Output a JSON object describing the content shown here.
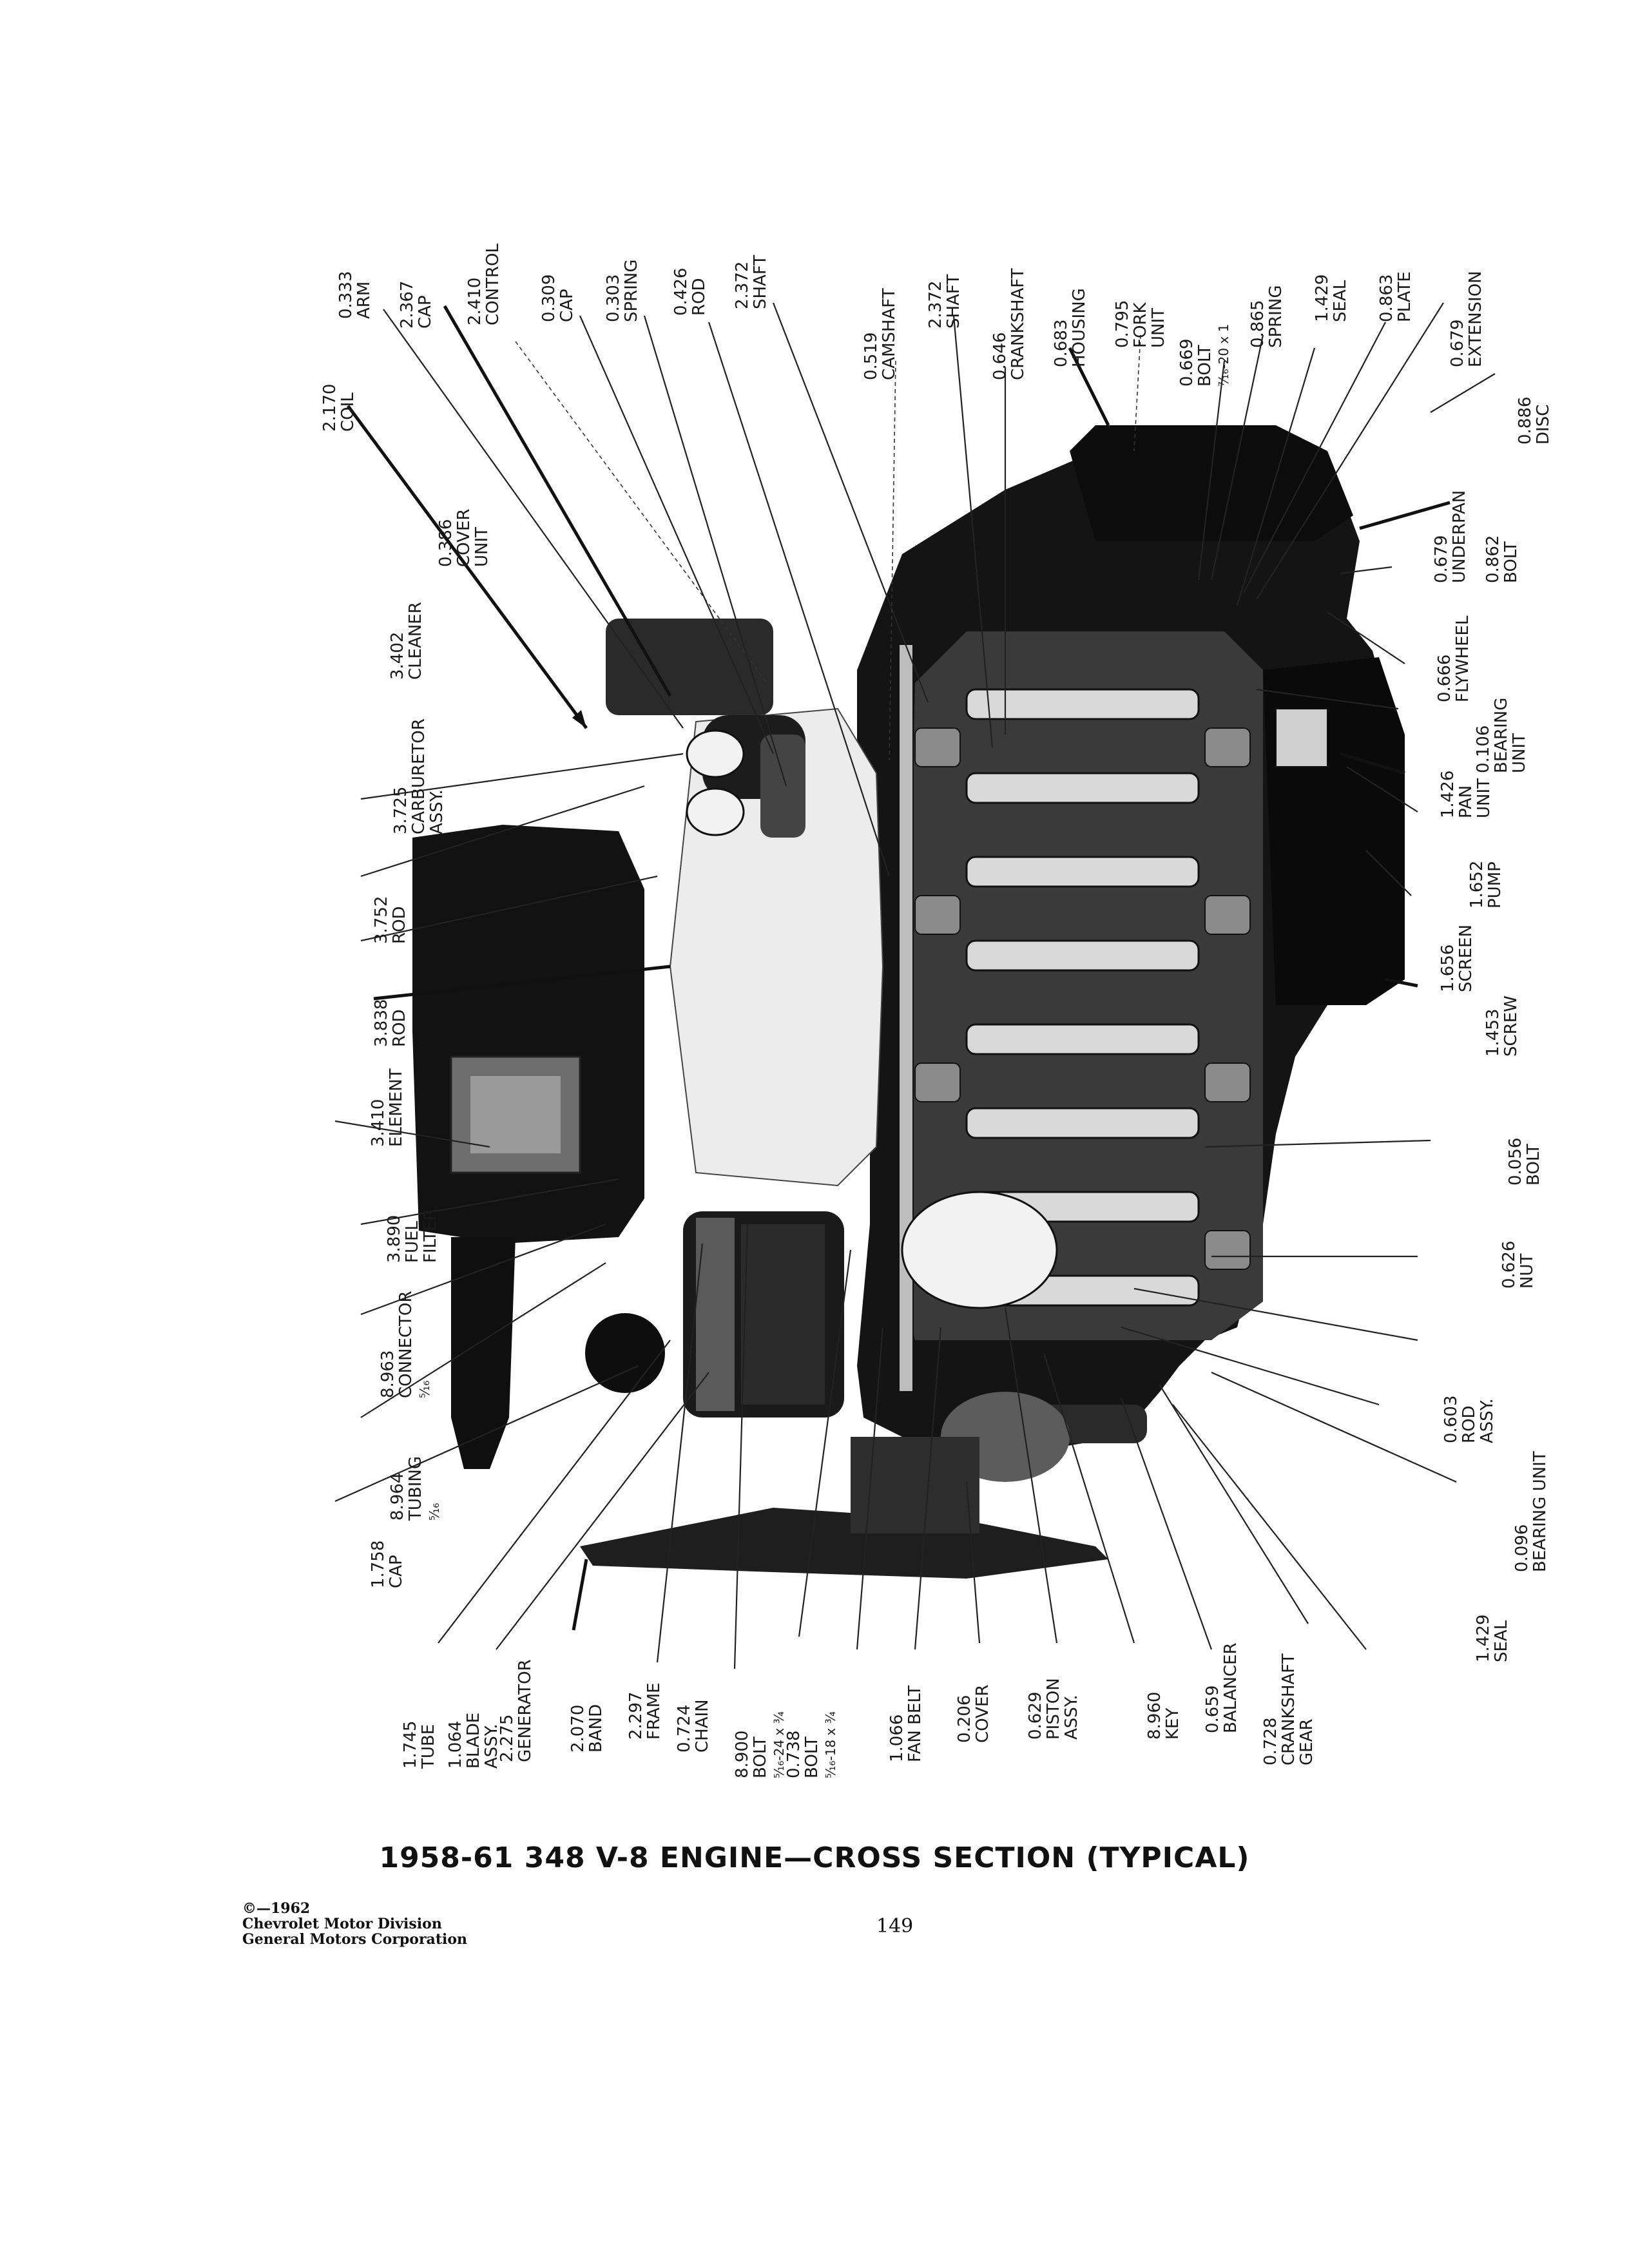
{
  "title": "1958-61 348 V-8 ENGINE—CROSS SECTION (TYPICAL)",
  "copyright": [
    "©—1962",
    "Chevrolet Motor Division",
    "General Motors Corporation"
  ],
  "page_number": "149",
  "illustration": {
    "rotation": "90-degrees",
    "subject": "engine cross-section"
  },
  "parts": [
    {
      "id": "coil",
      "num": "2.170",
      "name": [
        "COIL"
      ]
    },
    {
      "id": "arm",
      "num": "0.333",
      "name": [
        "ARM"
      ]
    },
    {
      "id": "cap-2367",
      "num": "2.367",
      "name": [
        "CAP"
      ]
    },
    {
      "id": "control",
      "num": "2.410",
      "name": [
        "CONTROL"
      ]
    },
    {
      "id": "cap-0309",
      "num": "0.309",
      "name": [
        "CAP"
      ]
    },
    {
      "id": "spring-0303",
      "num": "0.303",
      "name": [
        "SPRING"
      ]
    },
    {
      "id": "rod-0426",
      "num": "0.426",
      "name": [
        "ROD"
      ]
    },
    {
      "id": "shaft-2372a",
      "num": "2.372",
      "name": [
        "SHAFT"
      ]
    },
    {
      "id": "camshaft",
      "num": "0.519",
      "name": [
        "CAMSHAFT"
      ]
    },
    {
      "id": "shaft-2372b",
      "num": "2.372",
      "name": [
        "SHAFT"
      ]
    },
    {
      "id": "crankshaft",
      "num": "0.646",
      "name": [
        "CRANKSHAFT"
      ]
    },
    {
      "id": "housing",
      "num": "0.683",
      "name": [
        "HOUSING"
      ]
    },
    {
      "id": "fork-unit",
      "num": "0.795",
      "name": [
        "FORK",
        "UNIT"
      ]
    },
    {
      "id": "bolt-0669",
      "num": "0.669",
      "name": [
        "BOLT",
        "⁷⁄₁₆-20 x 1"
      ]
    },
    {
      "id": "spring-0865",
      "num": "0.865",
      "name": [
        "SPRING"
      ]
    },
    {
      "id": "seal-1429a",
      "num": "1.429",
      "name": [
        "SEAL"
      ]
    },
    {
      "id": "plate",
      "num": "0.863",
      "name": [
        "PLATE"
      ]
    },
    {
      "id": "extension",
      "num": "0.679",
      "name": [
        "EXTENSION"
      ]
    },
    {
      "id": "disc",
      "num": "0.886",
      "name": [
        "DISC"
      ]
    },
    {
      "id": "underpan",
      "num": "0.679",
      "name": [
        "UNDERPAN"
      ]
    },
    {
      "id": "bolt-0862",
      "num": "0.862",
      "name": [
        "BOLT"
      ]
    },
    {
      "id": "flywheel",
      "num": "0.666",
      "name": [
        "FLYWHEEL"
      ]
    },
    {
      "id": "bearing-unit-0106",
      "num": "0.106",
      "name": [
        "BEARING",
        "UNIT"
      ]
    },
    {
      "id": "pan-unit",
      "num": "1.426",
      "name": [
        "PAN",
        "UNIT"
      ]
    },
    {
      "id": "pump",
      "num": "1.652",
      "name": [
        "PUMP"
      ]
    },
    {
      "id": "screen",
      "num": "1.656",
      "name": [
        "SCREEN"
      ]
    },
    {
      "id": "screw",
      "num": "1.453",
      "name": [
        "SCREW"
      ]
    },
    {
      "id": "bolt-0056",
      "num": "0.056",
      "name": [
        "BOLT"
      ]
    },
    {
      "id": "nut",
      "num": "0.626",
      "name": [
        "NUT"
      ]
    },
    {
      "id": "rod-assy",
      "num": "0.603",
      "name": [
        "ROD",
        "ASSY."
      ]
    },
    {
      "id": "bearing-unit-0096",
      "num": "0.096",
      "name": [
        "BEARING UNIT"
      ]
    },
    {
      "id": "seal-1429b",
      "num": "1.429",
      "name": [
        "SEAL"
      ]
    },
    {
      "id": "cover-unit",
      "num": "0.386",
      "name": [
        "COVER",
        "UNIT"
      ]
    },
    {
      "id": "cleaner",
      "num": "3.402",
      "name": [
        "CLEANER"
      ]
    },
    {
      "id": "carburetor",
      "num": "3.725",
      "name": [
        "CARBURETOR",
        "ASSY."
      ]
    },
    {
      "id": "rod-3752",
      "num": "3.752",
      "name": [
        "ROD"
      ]
    },
    {
      "id": "rod-3838",
      "num": "3.838",
      "name": [
        "ROD"
      ]
    },
    {
      "id": "element",
      "num": "3.410",
      "name": [
        "ELEMENT"
      ]
    },
    {
      "id": "fuel-filter",
      "num": "3.890",
      "name": [
        "FUEL",
        "FILTER"
      ]
    },
    {
      "id": "connector",
      "num": "8.963",
      "name": [
        "CONNECTOR",
        "⁵⁄₁₆"
      ]
    },
    {
      "id": "tubing",
      "num": "8.964",
      "name": [
        "TUBING",
        "⁵⁄₁₆"
      ]
    },
    {
      "id": "cap-1758",
      "num": "1.758",
      "name": [
        "CAP"
      ]
    },
    {
      "id": "tube",
      "num": "1.745",
      "name": [
        "TUBE"
      ]
    },
    {
      "id": "blade",
      "num": "1.064",
      "name": [
        "BLADE",
        "ASSY."
      ]
    },
    {
      "id": "generator",
      "num": "2.275",
      "name": [
        "GENERATOR"
      ]
    },
    {
      "id": "band",
      "num": "2.070",
      "name": [
        "BAND"
      ]
    },
    {
      "id": "frame",
      "num": "2.297",
      "name": [
        "FRAME"
      ]
    },
    {
      "id": "chain",
      "num": "0.724",
      "name": [
        "CHAIN"
      ]
    },
    {
      "id": "bolt-8900",
      "num": "8.900",
      "name": [
        "BOLT",
        "⁵⁄₁₆-24 x ¾"
      ]
    },
    {
      "id": "bolt-0738",
      "num": "0.738",
      "name": [
        "BOLT",
        "⁵⁄₁₆-18 x ¾"
      ]
    },
    {
      "id": "fan-belt",
      "num": "1.066",
      "name": [
        "FAN BELT"
      ]
    },
    {
      "id": "cover-0206",
      "num": "0.206",
      "name": [
        "COVER"
      ]
    },
    {
      "id": "piston",
      "num": "0.629",
      "name": [
        "PISTON",
        "ASSY."
      ]
    },
    {
      "id": "key",
      "num": "8.960",
      "name": [
        "KEY"
      ]
    },
    {
      "id": "balancer",
      "num": "0.659",
      "name": [
        "BALANCER"
      ]
    },
    {
      "id": "crank-gear",
      "num": "0.728",
      "name": [
        "CRANKSHAFT",
        "GEAR"
      ]
    }
  ]
}
